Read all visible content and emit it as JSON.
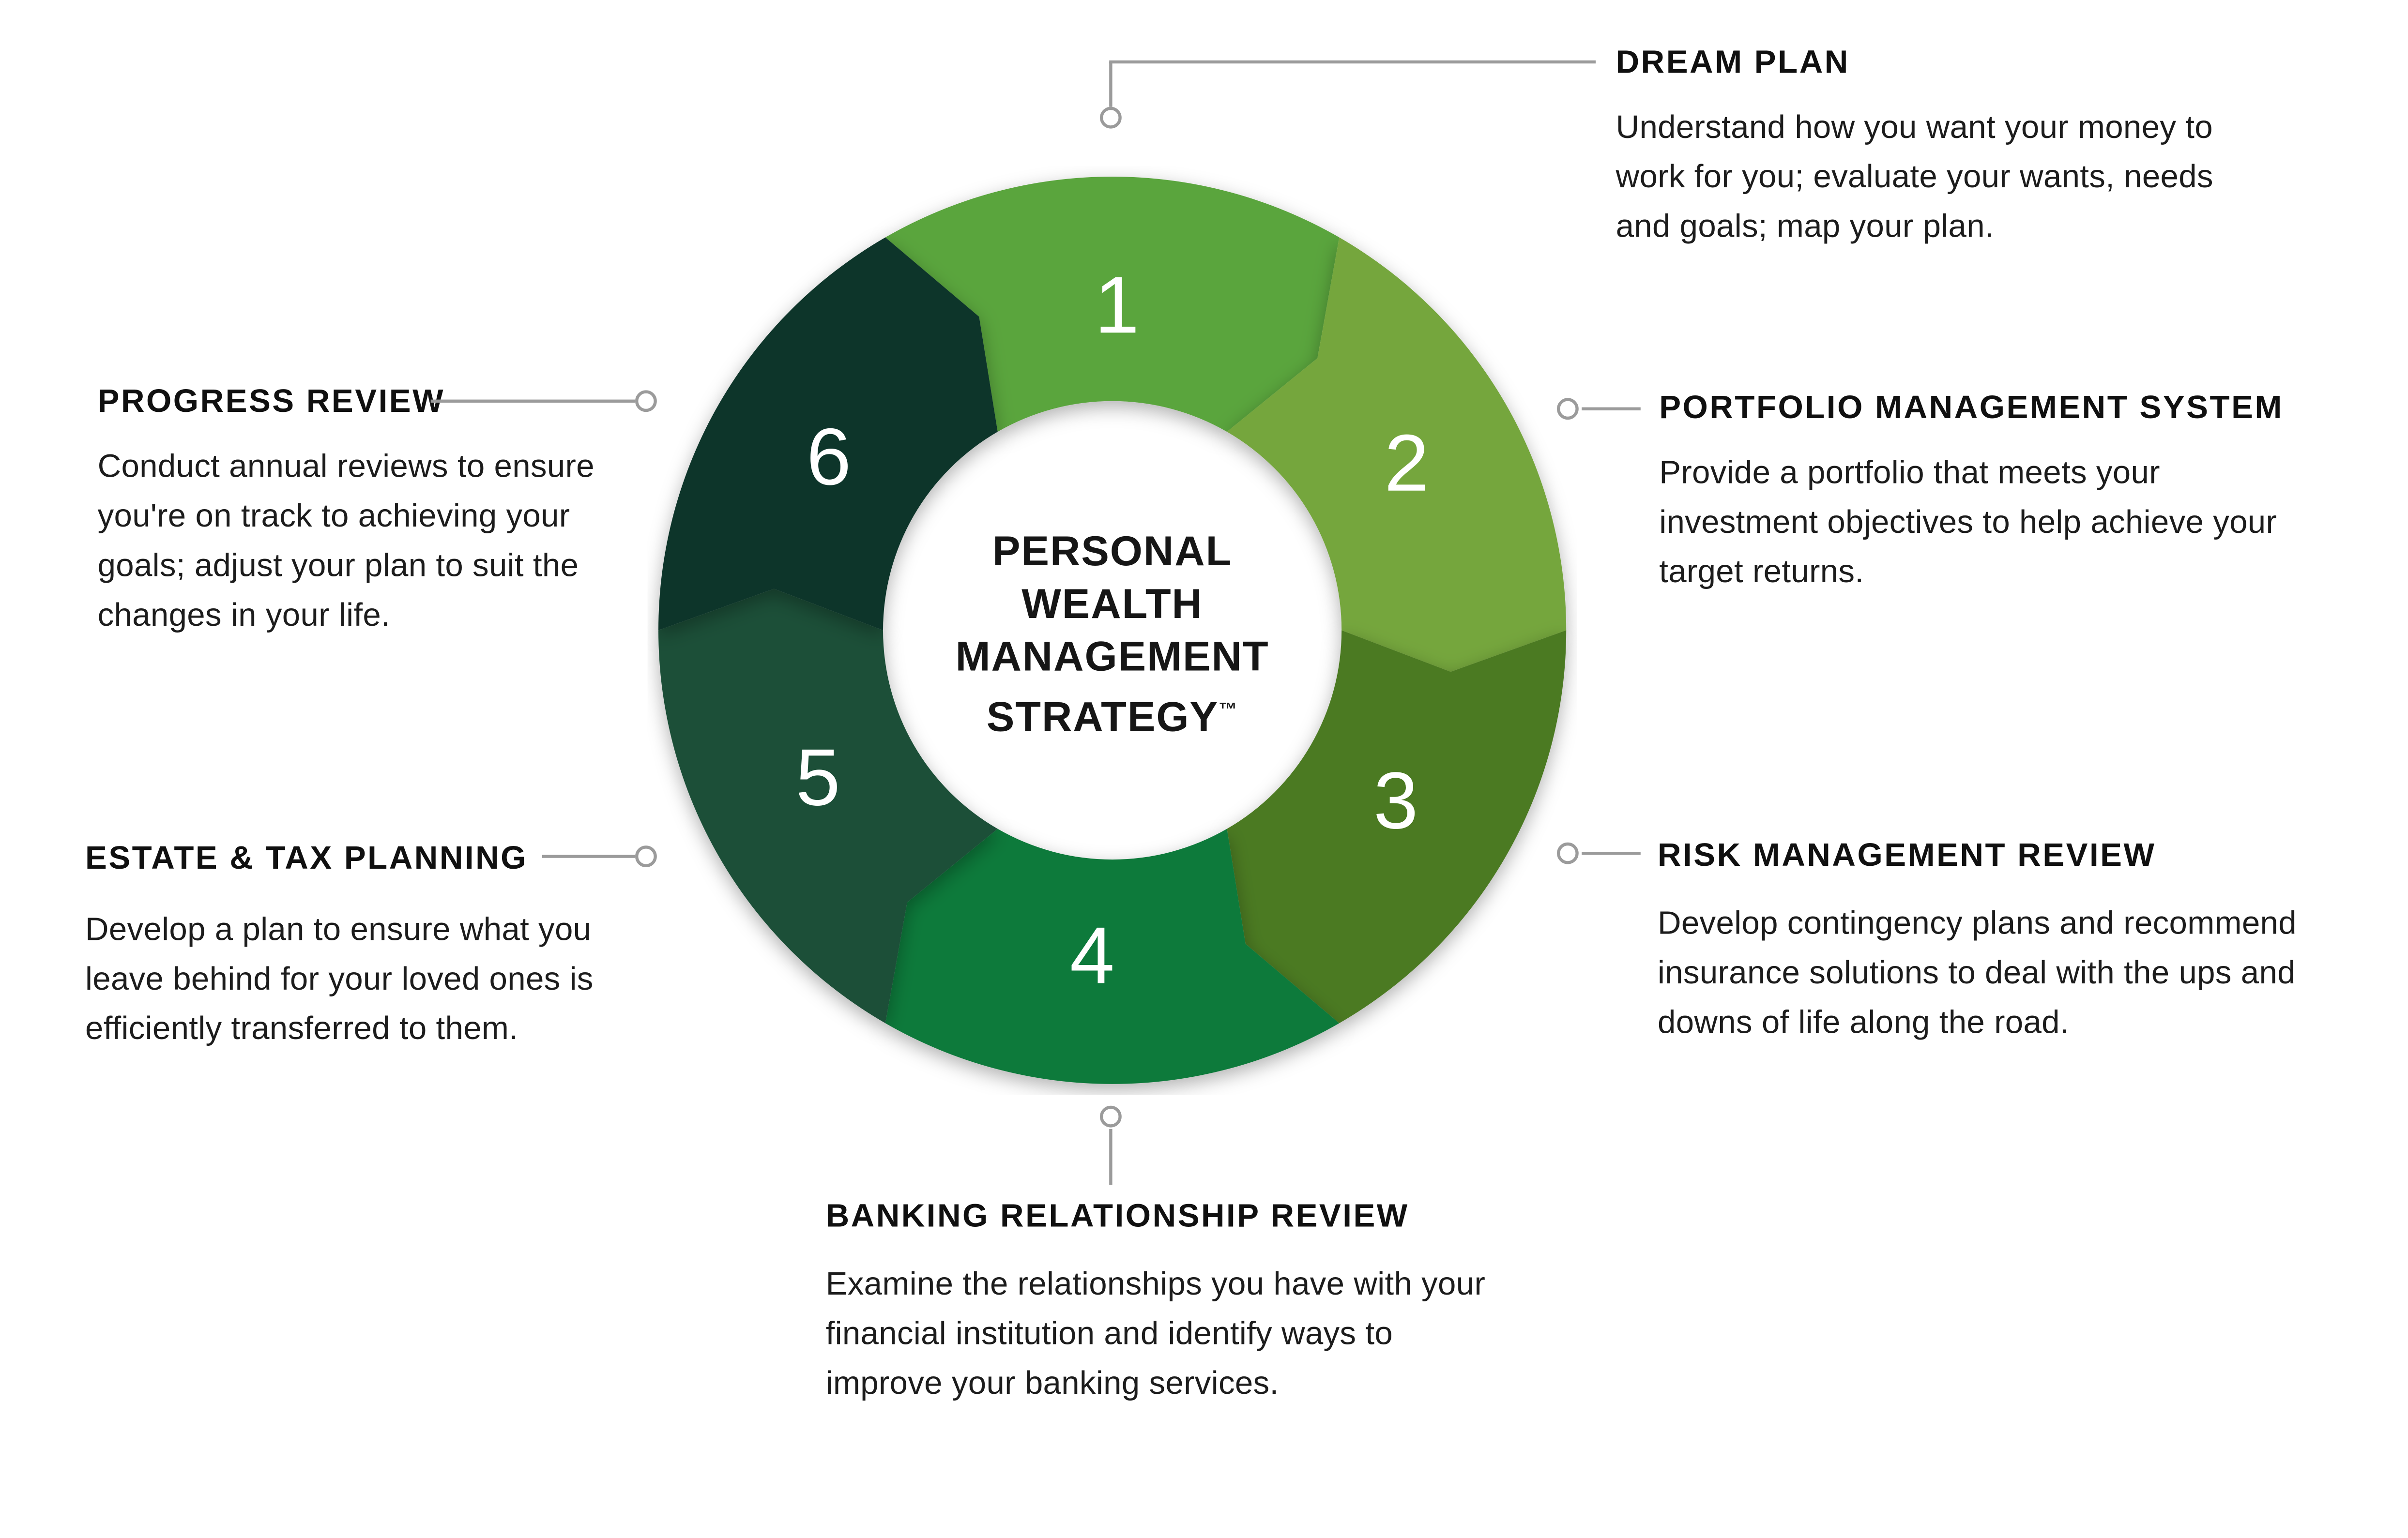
{
  "diagram": {
    "center": {
      "lines": [
        "PERSONAL",
        "WEALTH",
        "MANAGEMENT",
        "STRATEGY"
      ],
      "trademark": "™"
    },
    "segments": [
      {
        "number": "1",
        "color": "#5aa53d"
      },
      {
        "number": "2",
        "color": "#74a63c"
      },
      {
        "number": "3",
        "color": "#4c7a20"
      },
      {
        "number": "4",
        "color": "#117a3b"
      },
      {
        "number": "5",
        "color": "#1b5038"
      },
      {
        "number": "6",
        "color": "#11352a"
      }
    ],
    "connector_color": "#9b9b9b"
  },
  "callouts": {
    "dream_plan": {
      "title": "DREAM PLAN",
      "body": "Understand how you want your money to work for you; evaluate your wants, needs and goals; map your plan."
    },
    "portfolio": {
      "title": "PORTFOLIO MANAGEMENT SYSTEM",
      "body": "Provide a portfolio that meets your investment objectives to help achieve your target returns."
    },
    "risk": {
      "title": "RISK MANAGEMENT REVIEW",
      "body": "Develop contingency plans and recommend insurance solutions to deal with the ups and downs of life along the road."
    },
    "banking": {
      "title": "BANKING RELATIONSHIP REVIEW",
      "body": "Examine the relationships you have with your financial institution and identify ways to improve your banking services."
    },
    "estate": {
      "title": "ESTATE & TAX PLANNING",
      "body": "Develop a plan to ensure what you leave behind for your loved ones is efficiently transferred to them."
    },
    "progress": {
      "title": "PROGRESS REVIEW",
      "body": "Conduct annual reviews to ensure you're on track to achieving your goals; adjust your plan to suit the changes in your life."
    }
  }
}
